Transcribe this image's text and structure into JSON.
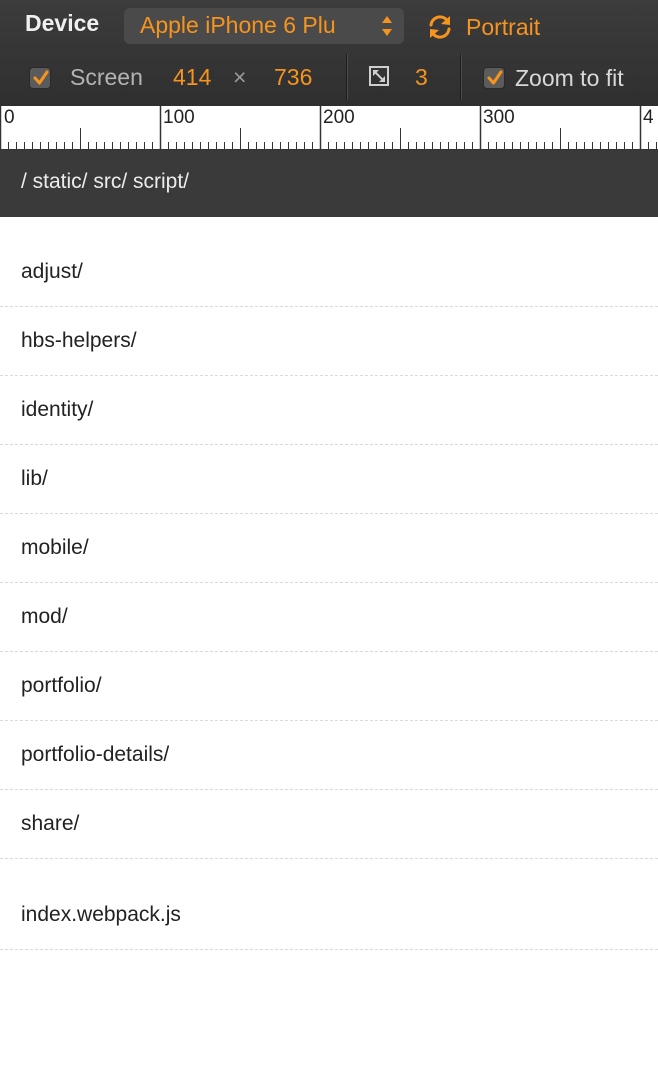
{
  "toolbar": {
    "device_label": "Device",
    "device_value": "Apple iPhone 6 Plu",
    "orientation_label": "Portrait",
    "screen_label": "Screen",
    "screen_checked": true,
    "width": "414",
    "times": "×",
    "height": "736",
    "pixel_ratio": "3",
    "zoom_label": "Zoom to fit",
    "zoom_checked": true,
    "accent_color": "#f7941e",
    "icons": {
      "orientation": "rotate-icon",
      "pixel_ratio": "device-pixel-ratio-icon",
      "select": "select-arrows-icon",
      "checkbox": "checkmark-icon"
    }
  },
  "ruler": {
    "labels": [
      "0",
      "100",
      "200",
      "300",
      "4"
    ]
  },
  "path": {
    "text": "/ static/ src/ script/"
  },
  "entries": [
    {
      "name": "adjust/"
    },
    {
      "name": "hbs-helpers/"
    },
    {
      "name": "identity/"
    },
    {
      "name": "lib/"
    },
    {
      "name": "mobile/"
    },
    {
      "name": "mod/"
    },
    {
      "name": "portfolio/"
    },
    {
      "name": "portfolio-details/"
    },
    {
      "name": "share/"
    },
    {
      "name": "index.webpack.js"
    }
  ]
}
